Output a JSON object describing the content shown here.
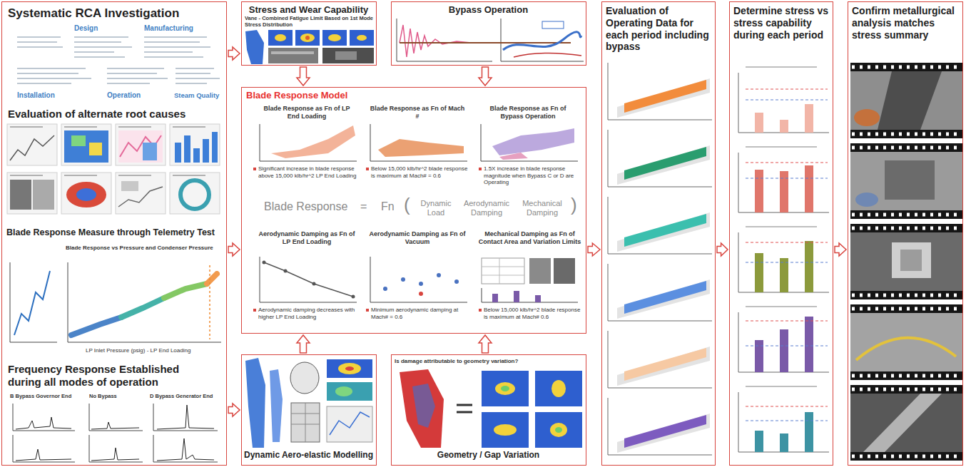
{
  "diagram": {
    "nodes": [
      {
        "text": [
          "Systematic RCA Investigation",
          "Evaluation of alternate root causes",
          "Blade Response Measure through Telemetry Test",
          "Frequency Response Established during all modes of operation"
        ]
      },
      {
        "text": [
          "Stress and Wear Capability"
        ]
      },
      {
        "text": [
          "Bypass Operation"
        ]
      },
      {
        "text": [
          "Blade Response Model"
        ]
      },
      {
        "text": [
          "Dynamic Aero-elastic Modelling"
        ]
      },
      {
        "text": [
          "Geometry / Gap Variation"
        ]
      },
      {
        "text": [
          "Evaluation of Operating Data for each period including bypass"
        ]
      },
      {
        "text": [
          "Determine stress vs stress capability during each period"
        ]
      },
      {
        "text": [
          "Confirm metallurgical analysis matches stress summary"
        ]
      }
    ],
    "edges": [
      {
        "from": 0,
        "to": 1,
        "arrow": "to"
      },
      {
        "from": 0,
        "to": 3,
        "arrow": "to"
      },
      {
        "from": 0,
        "to": 4,
        "arrow": "to"
      },
      {
        "from": 1,
        "to": 3,
        "arrow": "to"
      },
      {
        "from": 2,
        "to": 3,
        "arrow": "to"
      },
      {
        "from": 4,
        "to": 3,
        "arrow": "to"
      },
      {
        "from": 5,
        "to": 3,
        "arrow": "to"
      },
      {
        "from": 3,
        "to": 6,
        "arrow": "to"
      },
      {
        "from": 6,
        "to": 7,
        "arrow": "to"
      },
      {
        "from": 7,
        "to": 8,
        "arrow": "to"
      }
    ],
    "labels": [
      "Design",
      "Manufacturing",
      "Steam Quality",
      "Installation",
      "Operation",
      "Blade Response vs Pressure and Condenser Pressure",
      "LP Inlet Pressure (psig) - LP End Loading",
      "B Bypass Governor End",
      "No Bypass",
      "D Bypass Generator End",
      "Vane - Combined Fatigue Limit Based on 1st Mode Stress Distribution",
      "Blade Response as Fn of LP End Loading",
      "Blade Response as Fn of Mach #",
      "Blade Response as Fn of Bypass Operation",
      "Significant increase in blade response above 15,000 klb/hr^2 LP End Loading",
      "Below 15,000 klb/hr^2 blade response is maximum at Mach# = 0.6",
      "1.5X increase in blade response magnitude when Bypass C or D are Operating",
      "Blade Response",
      "=",
      "Fn",
      "(",
      "Dynamic Load",
      "Aerodynamic Damping",
      "Mechanical Damping",
      ")",
      "Aerodynamic Damping as Fn of LP End Loading",
      "Aerodynamic Damping as Fn of Vacuum",
      "Mechanical Damping as Fn of Contact Area and Variation Limits",
      "Aerodynamic damping decreases with higher LP End Loading",
      "Minimum aerodynamic damping at Mach# = 0.6",
      "Below 15,000 klb/hr^2 blade response is maximum at Mach# 0.6",
      "Is damage attributable to geometry variation?"
    ]
  }
}
